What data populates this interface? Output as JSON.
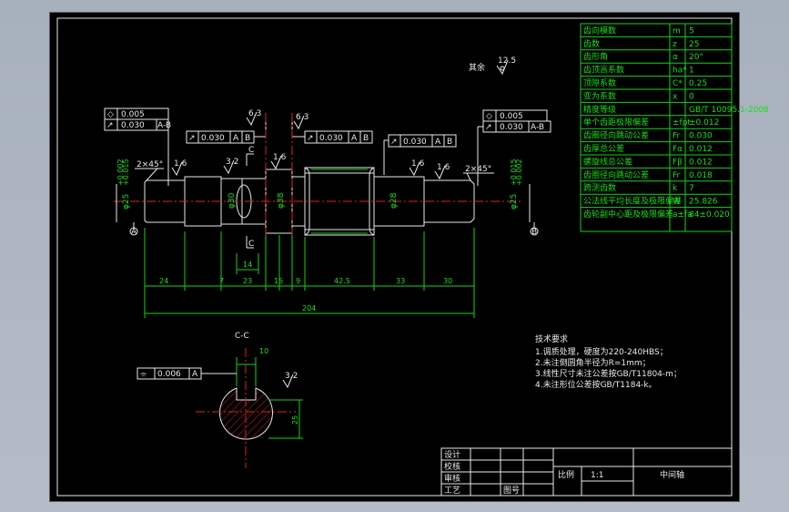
{
  "params": [
    {
      "name": "齿向模数",
      "sym": "m",
      "val": "5"
    },
    {
      "name": "齿数",
      "sym": "z",
      "val": "25"
    },
    {
      "name": "齿形角",
      "sym": "α",
      "val": "20°"
    },
    {
      "name": "齿顶高系数",
      "sym": "ha*",
      "val": "1"
    },
    {
      "name": "顶隙系数",
      "sym": "C*",
      "val": "0.25"
    },
    {
      "name": "变为系数",
      "sym": "x",
      "val": "0"
    },
    {
      "name": "精度等级",
      "sym": "",
      "val": "GB/T 10095.1-2008"
    },
    {
      "name": "单个齿距极限偏差",
      "sym": "±fpt",
      "val": "±0.012"
    },
    {
      "name": "齿圈径向跳动公差",
      "sym": "Fr",
      "val": "0.030"
    },
    {
      "name": "齿厚总公差",
      "sym": "Fα",
      "val": "0.012"
    },
    {
      "name": "螺旋线总公差",
      "sym": "Fβ",
      "val": "0.012"
    },
    {
      "name": "齿圈径向跳动公差",
      "sym": "Fr",
      "val": "0.018"
    },
    {
      "name": "跨测齿数",
      "sym": "k",
      "val": "7"
    },
    {
      "name": "公法线平均长度及极限偏差",
      "sym": "W",
      "val": "25.826"
    },
    {
      "name": "齿轮副中心距及极限偏差",
      "sym": "a±fa",
      "val": "84±0.020"
    }
  ],
  "qita": "其余",
  "qita_ra": "12.5",
  "fcf": {
    "left_a": "0.005",
    "left_b": "0.030",
    "left_b_ref": "A-B",
    "right_a": "0.005",
    "right_b": "0.030",
    "right_b_ref": "A-B",
    "mid1": "0.030",
    "mid1_ref1": "A",
    "mid1_ref2": "B",
    "mid2": "0.030",
    "mid2_ref1": "A",
    "mid2_ref2": "B",
    "mid3": "0.030",
    "mid3_ref1": "A",
    "mid3_ref2": "B",
    "sec": "0.006",
    "sec_ref": "A"
  },
  "chamfer_left": "2×45°",
  "chamfer_right": "2×45°",
  "ra_16": "1.6",
  "ra_32": "3.2",
  "ra_63": "6.3",
  "dims": {
    "d1": "24",
    "d2": "7",
    "d3": "23",
    "d4": "15",
    "d5": "9",
    "d6": "42.5",
    "d7": "33",
    "d8": "30",
    "d9": "14",
    "total": "204",
    "dia_left": "φ25",
    "dia_right": "φ25",
    "dia_38": "φ38",
    "dia_28": "φ28",
    "dia_30": "φ30",
    "key_w": "10",
    "key_d": "25",
    "tol_up": "+0.015",
    "tol_dn": "+0.002"
  },
  "section_mark": "C",
  "section_title": "C-C",
  "datum_a": "A",
  "datum_b": "B",
  "notes_title": "技术要求",
  "notes": [
    "1.调质处理，硬度为220-240HBS；",
    "2.未注倒圆角半径为R=1mm；",
    "3.线性尺寸未注公差按GB/T11804-m；",
    "4.未注形位公差按GB/T1184-k。"
  ],
  "title_block": {
    "design": "设计",
    "check": "校核",
    "audit": "审核",
    "craft": "工艺",
    "scale_label": "比例",
    "scale": "1:1",
    "part_name": "中间轴",
    "drawing_no": "图号"
  }
}
